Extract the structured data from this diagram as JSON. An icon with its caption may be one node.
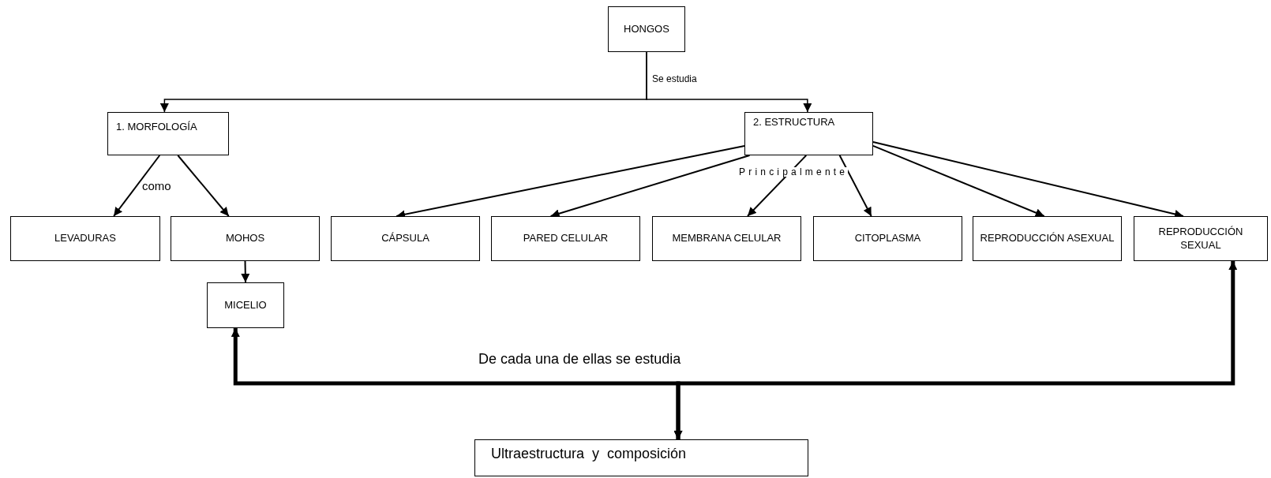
{
  "diagram": {
    "nodes": [
      {
        "text": [
          "HONGOS"
        ]
      },
      {
        "text": [
          "1. MORFOLOGÍA"
        ]
      },
      {
        "text": [
          "2. ESTRUCTURA"
        ]
      },
      {
        "text": [
          "LEVADURAS"
        ]
      },
      {
        "text": [
          "MOHOS"
        ]
      },
      {
        "text": [
          "CÁPSULA"
        ]
      },
      {
        "text": [
          "PARED CELULAR"
        ]
      },
      {
        "text": [
          "MEMBRANA CELULAR"
        ]
      },
      {
        "text": [
          "CITOPLASMA"
        ]
      },
      {
        "text": [
          "REPRODUCCIÓN ASEXUAL"
        ]
      },
      {
        "text": [
          "REPRODUCCIÓN SEXUAL"
        ]
      },
      {
        "text": [
          "MICELIO"
        ]
      },
      {
        "text": [
          "Ultraestructura  y  composición"
        ]
      }
    ],
    "edges": [
      {
        "from": 0,
        "to": 1,
        "arrow": "to",
        "label": "Se estudia"
      },
      {
        "from": 0,
        "to": 2,
        "arrow": "to"
      },
      {
        "from": 1,
        "to": 3,
        "arrow": "to",
        "label": "como"
      },
      {
        "from": 1,
        "to": 4,
        "arrow": "to"
      },
      {
        "from": 2,
        "to": 5,
        "arrow": "to"
      },
      {
        "from": 2,
        "to": 6,
        "arrow": "to"
      },
      {
        "from": 2,
        "to": 7,
        "arrow": "to",
        "label": "Principalmente"
      },
      {
        "from": 2,
        "to": 8,
        "arrow": "to"
      },
      {
        "from": 2,
        "to": 9,
        "arrow": "to"
      },
      {
        "from": 2,
        "to": 10,
        "arrow": "to"
      },
      {
        "from": 4,
        "to": 11,
        "arrow": "to"
      },
      {
        "from": 11,
        "to": 12,
        "arrow": "both",
        "style": "thick",
        "label": "De cada una de ellas se estudia"
      },
      {
        "from": 10,
        "to": 12,
        "arrow": "both",
        "style": "thick"
      }
    ]
  }
}
